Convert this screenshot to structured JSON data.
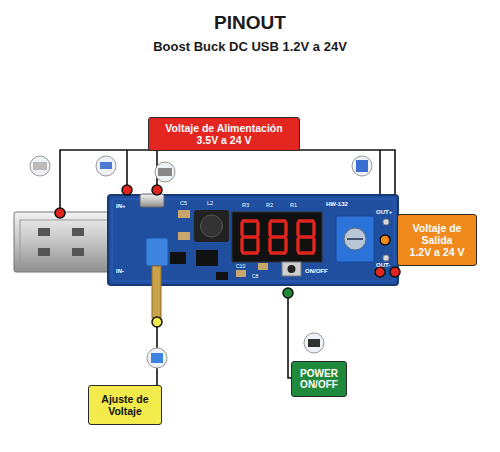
{
  "diagram": {
    "title": "PINOUT",
    "nodes": [
      {
        "text": [
          "Voltaje de Alimentación",
          "3.5V a 24 V"
        ]
      },
      {
        "text": [
          "Voltaje de Salida",
          "1.2V a 24 V"
        ]
      },
      {
        "text": [
          "POWER ON/OFF"
        ]
      },
      {
        "text": [
          "Ajuste de Voltaje"
        ]
      }
    ],
    "labels": [
      "Boost Buck DC USB 1.2V a 24V",
      "IN+",
      "IN-",
      "C5",
      "L2",
      "R3",
      "R2",
      "R1",
      "HW-132",
      "OUT+",
      "OUT-",
      "C10",
      "C8",
      "ON/OFF"
    ]
  }
}
